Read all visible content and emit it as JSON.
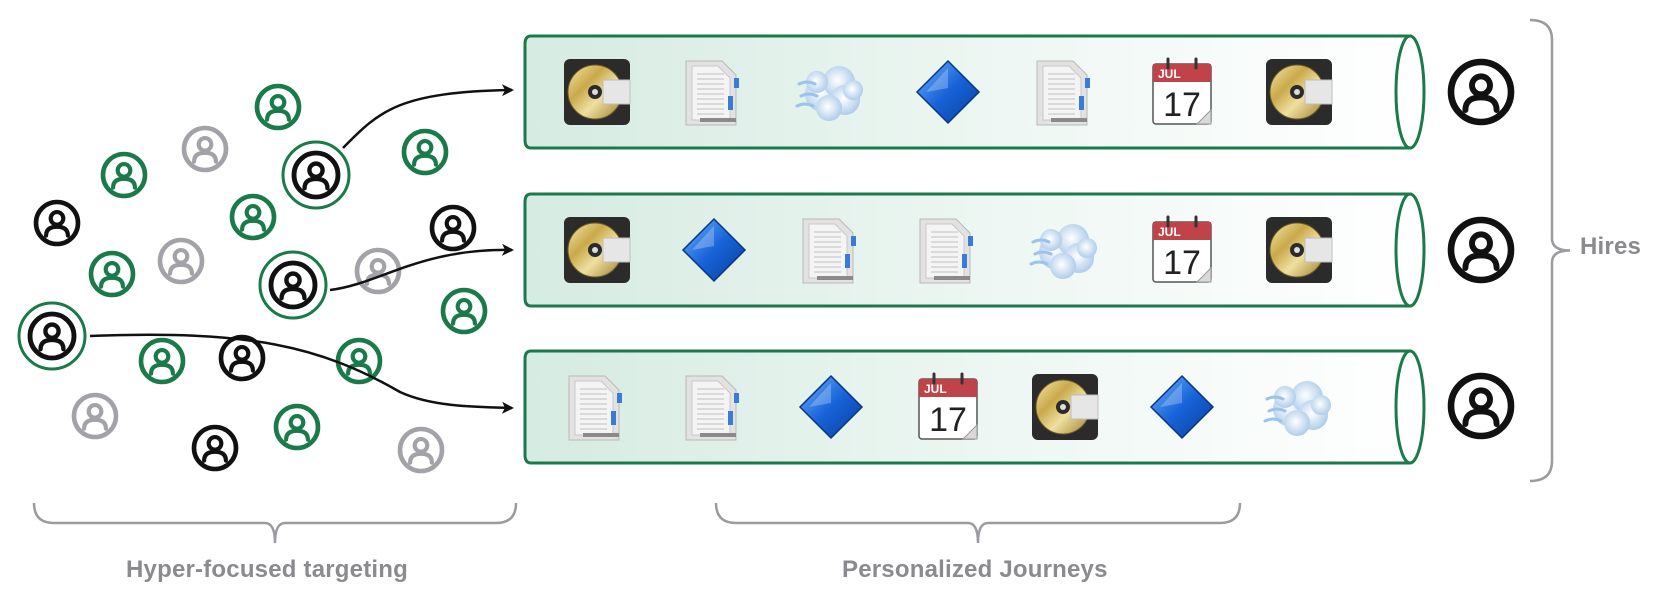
{
  "labels": {
    "targeting": "Hyper-focused targeting",
    "journeys": "Personalized Journeys",
    "hires": "Hires"
  },
  "colors": {
    "green": "#1a7a4a",
    "black": "#111111",
    "gray": "#a2a2a8",
    "bracket": "#9b9ba0",
    "tube_fill": "#e4f2ec",
    "tube_stroke": "#1a7a4a",
    "arrow": "#111111"
  },
  "icon_names": {
    "disc": "disc-drive-icon",
    "doc": "document-icon",
    "smoke": "smoke-puff-icon",
    "diamond": "blue-diamond-icon",
    "calendar": "calendar-icon",
    "person": "person-icon"
  },
  "calendar_text": {
    "month": "JUL",
    "day": "17"
  },
  "journeys": [
    {
      "steps": [
        "disc",
        "doc",
        "smoke",
        "diamond",
        "doc",
        "calendar",
        "disc"
      ]
    },
    {
      "steps": [
        "disc",
        "diamond",
        "doc",
        "doc",
        "smoke",
        "calendar",
        "disc"
      ]
    },
    {
      "steps": [
        "doc",
        "doc",
        "diamond",
        "calendar",
        "disc",
        "diamond",
        "smoke"
      ]
    }
  ],
  "crowd": [
    {
      "color": "green"
    },
    {
      "color": "gray"
    },
    {
      "color": "green"
    },
    {
      "color": "green"
    },
    {
      "color": "black"
    },
    {
      "color": "green"
    },
    {
      "color": "black"
    },
    {
      "color": "green"
    },
    {
      "color": "gray"
    },
    {
      "color": "gray"
    },
    {
      "color": "green"
    },
    {
      "color": "green"
    },
    {
      "color": "black"
    },
    {
      "color": "green"
    },
    {
      "color": "gray"
    },
    {
      "color": "black"
    },
    {
      "color": "green"
    },
    {
      "color": "gray"
    }
  ],
  "selected": [
    {
      "color": "black",
      "journey": 0
    },
    {
      "color": "black",
      "journey": 1
    },
    {
      "color": "black",
      "journey": 2
    }
  ],
  "hires": [
    {
      "color": "black"
    },
    {
      "color": "black"
    },
    {
      "color": "black"
    }
  ]
}
